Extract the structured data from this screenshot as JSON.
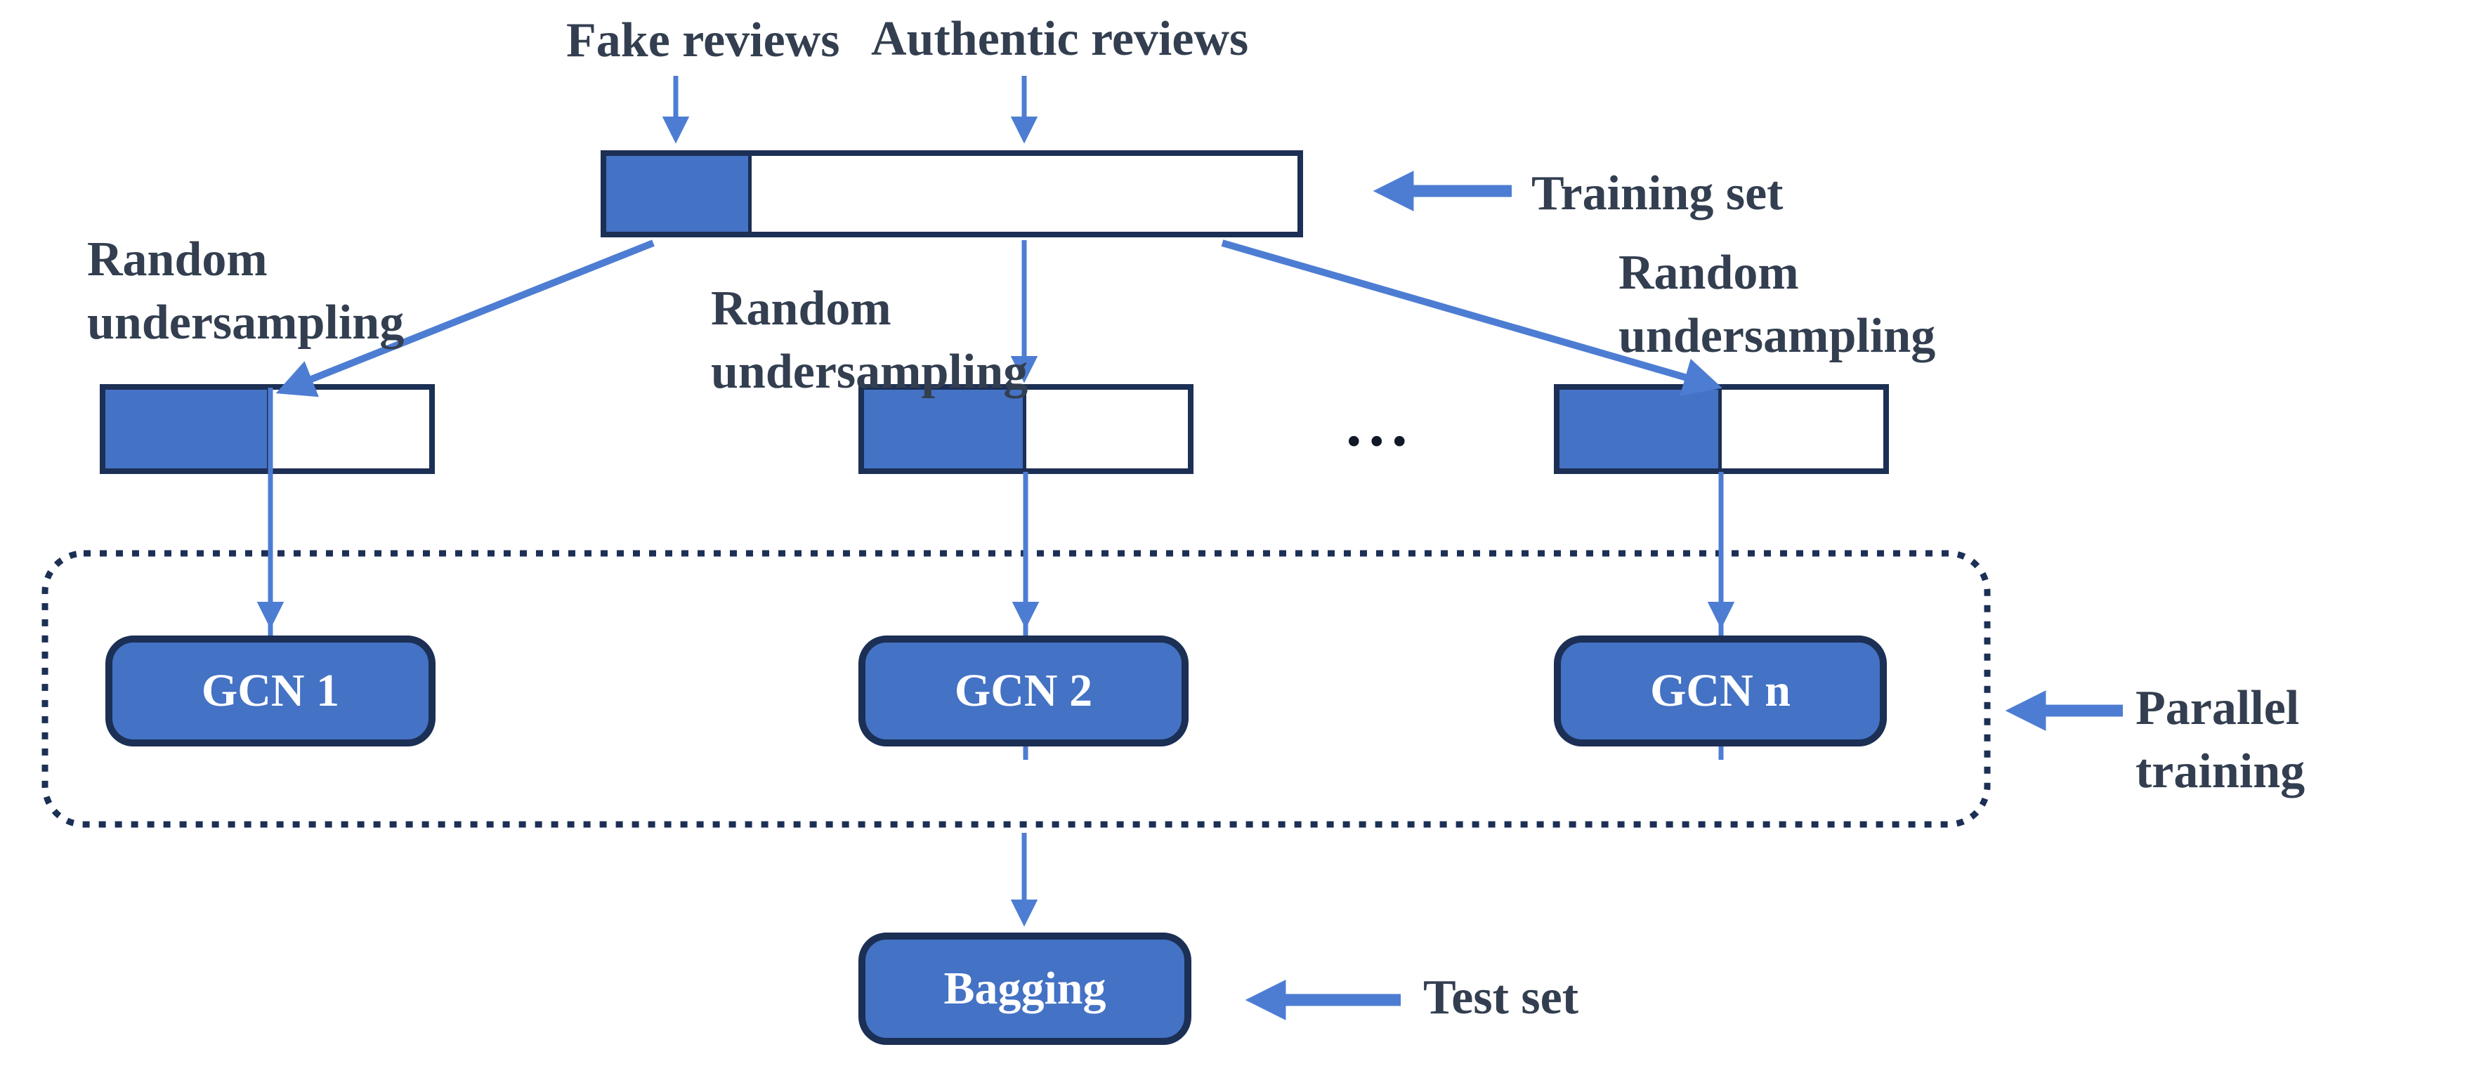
{
  "colors": {
    "bg": "#ffffff",
    "navy": "#1c2f54",
    "fill": "#4472c4",
    "arrow": "#4d7dd3",
    "text": "#333f50",
    "boxtext": "#ffffff"
  },
  "top_labels": {
    "fake": "Fake reviews",
    "authentic": "Authentic reviews"
  },
  "annotations": {
    "training_set": "Training set",
    "random_undersampling_left": "Random\nundersampling",
    "random_undersampling_middle": "Random\nundersampling",
    "random_undersampling_right": "Random\nundersampling",
    "parallel_training": "Parallel training",
    "test_set": "Test set",
    "ellipsis": "..."
  },
  "bars": {
    "training": {
      "fake_width": "21%"
    },
    "subset_left": {
      "fake_width": "51%"
    },
    "subset_middle": {
      "fake_width": "50%"
    },
    "subset_right": {
      "fake_width": "50%"
    }
  },
  "models": [
    {
      "label": "GCN 1"
    },
    {
      "label": "GCN 2"
    },
    {
      "label": "GCN n"
    }
  ],
  "aggregator": {
    "label": "Bagging"
  }
}
